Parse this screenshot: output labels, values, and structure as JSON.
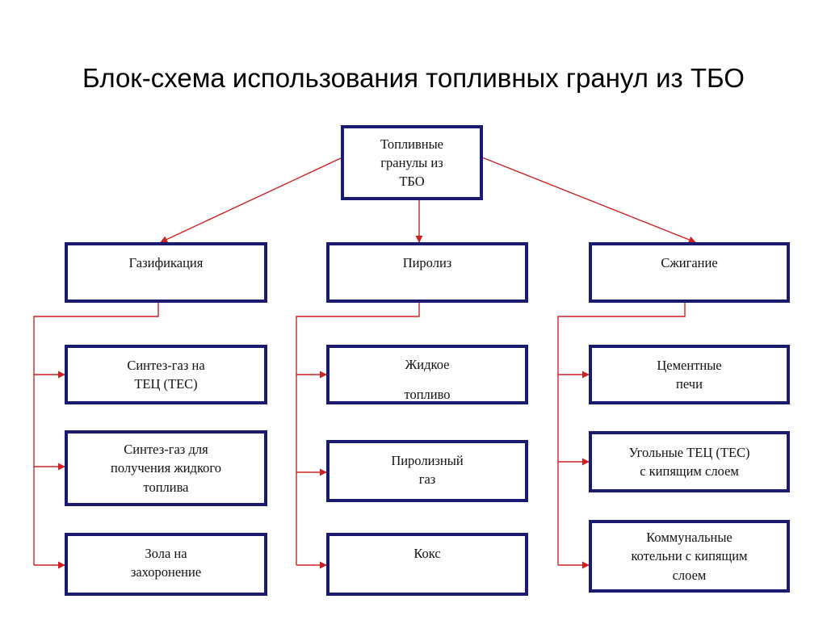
{
  "title": "Блок-схема использования топливных гранул из ТБО",
  "root": "Топливные\nгранулы из\nТБО",
  "branches": [
    {
      "label": "Газификация",
      "children": [
        "Синтез-газ на\nТЕЦ (ТЕС)",
        "Синтез-газ для\nполучения жидкого\nтоплива",
        "Зола на\nзахоронение"
      ]
    },
    {
      "label": "Пиролиз",
      "children": [
        "Жидкое\nтопливо",
        "Пиролизный\nгаз",
        "Кокс"
      ]
    },
    {
      "label": "Сжигание",
      "children": [
        "Цементные\nпечи",
        "Угольные ТЕЦ (ТЕС)\nс кипящим слоем",
        "Коммунальные\nкотельни с кипящим\nслоем"
      ]
    }
  ],
  "colors": {
    "node_border": "#1a1a6e",
    "connector": "#cc2222"
  }
}
